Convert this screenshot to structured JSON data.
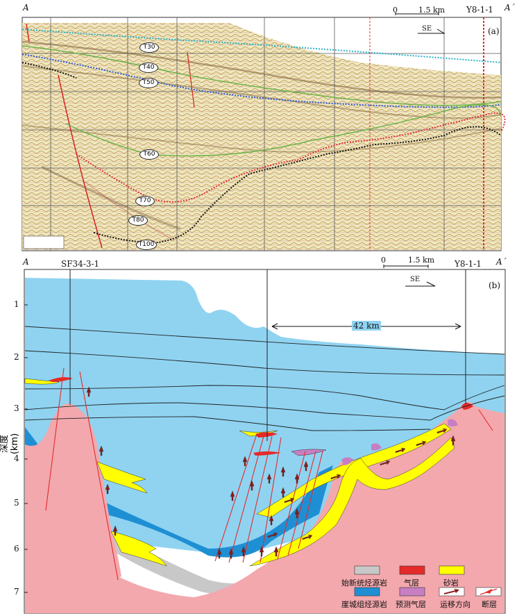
{
  "panel_a": {
    "section_left": "A",
    "section_right": "A´",
    "scale_zero": "0",
    "scale_value": "1.5 km",
    "well_right": "Y8-1-1",
    "direction": "SE",
    "panel_label": "(a)",
    "horizons": [
      "T30",
      "T40",
      "T50",
      "T60",
      "T70",
      "T80",
      "T100"
    ],
    "colors": {
      "seismic_bg": "#ede7b8",
      "fault": "#d62020",
      "blue_dotted": "#2a5bd7",
      "cyan_dotted": "#29b0c8",
      "green_line": "#6db34a",
      "red_dotted": "#e0303a",
      "black_dotted": "#111111"
    }
  },
  "panel_b": {
    "section_left": "A",
    "section_right": "A´",
    "well_left": "SF34-3-1",
    "well_right": "Y8-1-1",
    "scale_zero": "0",
    "scale_value": "1.5 km",
    "direction": "SE",
    "panel_label": "(b)",
    "distance": "42 km",
    "y_axis_label": "深度(km)",
    "y_ticks": [
      "1",
      "2",
      "3",
      "4",
      "5",
      "6",
      "7"
    ],
    "colors": {
      "water": "#8fd3f1",
      "basement": "#f3a8ad",
      "yacheng_source": "#1f8fd4",
      "sandstone": "#ffff00",
      "gas": "#e52a2a",
      "predicted_gas": "#c77fc2",
      "eocene_source": "#c8c8c8"
    },
    "legend": [
      {
        "label": "始新统烃源岩",
        "color": "#c8c8c8",
        "type": "swatch"
      },
      {
        "label": "气层",
        "color": "#e52a2a",
        "type": "swatch"
      },
      {
        "label": "砂岩",
        "color": "#ffff00",
        "type": "swatch"
      },
      {
        "label": "崖城组烃源岩",
        "color": "#1f8fd4",
        "type": "swatch"
      },
      {
        "label": "预测气层",
        "color": "#c77fc2",
        "type": "swatch"
      },
      {
        "label": "运移方向",
        "color": "#8b1a1a",
        "type": "arrow"
      },
      {
        "label": "断层",
        "color": "#e52a2a",
        "type": "fault"
      }
    ]
  }
}
